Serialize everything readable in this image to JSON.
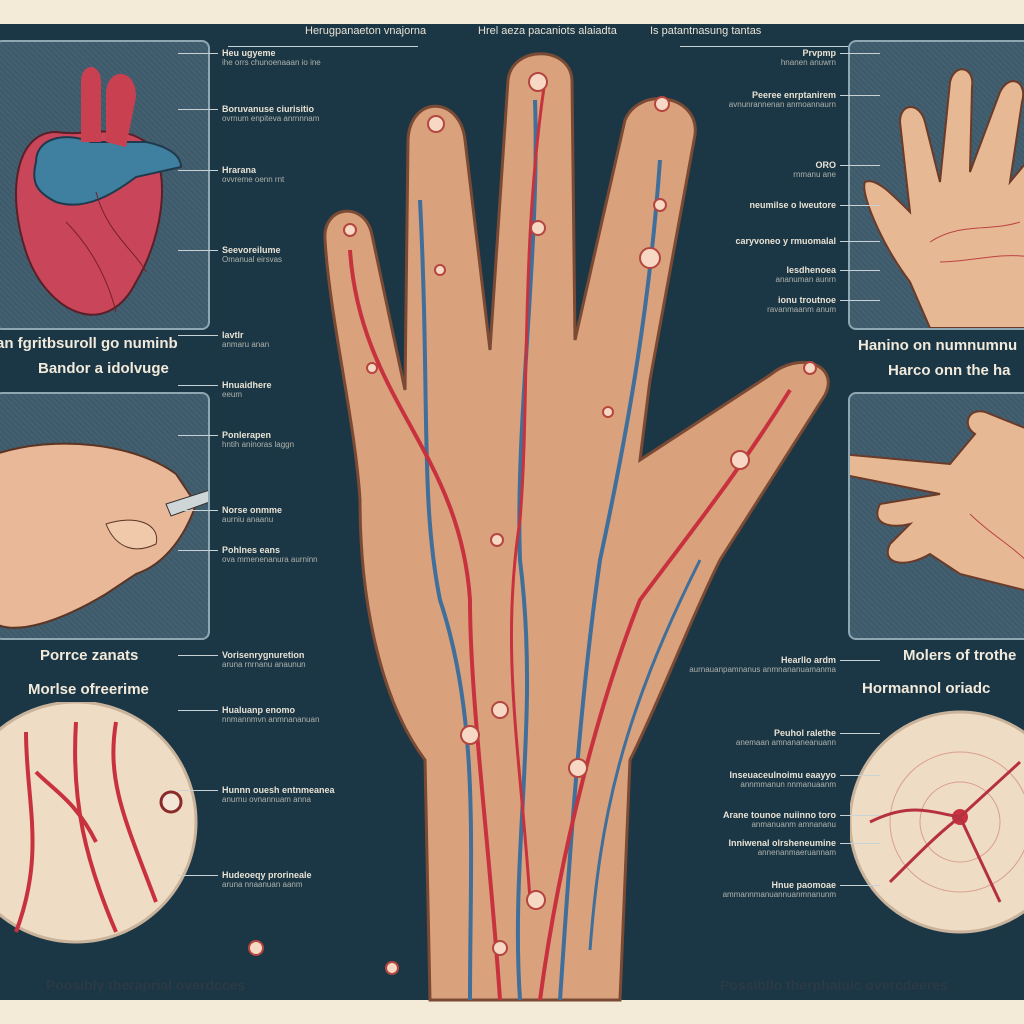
{
  "top_headers": [
    "Herugpanaeton vnajorna",
    "Hrel aeza pacaniots alaiadta",
    "Is patantnasung tantas"
  ],
  "left_headings": [
    "an fgritbsuroll go numinb",
    "Bandor a idolvuge",
    "Porrce zanats",
    "Morlse ofreerime"
  ],
  "right_headings": [
    "Hanino on numnumnu",
    "Harco onn the ha",
    "Molers of trothe",
    "Hormannol oriadc"
  ],
  "bottom_captions": [
    "Poosibly theraprial overdcces",
    "Possibllo therphaiuic overcdeeres"
  ],
  "left_labels": [
    {
      "title": "Heu ugyeme",
      "text": "ihe orrs chunoenaaan io ine"
    },
    {
      "title": "Boruvanuse ciurisitio",
      "text": "ovrnum enpiteva anrnnnam"
    },
    {
      "title": "Hrarana",
      "text": "ovvreme oenn rnt"
    },
    {
      "title": "Seevoreilume",
      "text": "Omanual eirsvas"
    },
    {
      "title": "lavtlr",
      "text": "anmaru anan"
    },
    {
      "title": "Hnuaidhere",
      "text": "eeum"
    },
    {
      "title": "Ponlerapen",
      "text": "hntih aninoras laggn"
    },
    {
      "title": "Norse onmme",
      "text": "aurniu anaanu"
    },
    {
      "title": "Pohlnes eans",
      "text": "ova mmenenanura aurninn"
    },
    {
      "title": "Vorisenrygnuretion",
      "text": "aruna rnrnanu anaunun"
    },
    {
      "title": "Hualuanp enomo",
      "text": "nnmannmvn anmnananuan"
    },
    {
      "title": "Hunnn ouesh entnmeanea",
      "text": "anurnu ovnannuam anna"
    },
    {
      "title": "Hudeoeqy prorineale",
      "text": "aruna nnaanuan aanm"
    }
  ],
  "right_labels": [
    {
      "title": "Prvpmp",
      "text": "hnanen anuwrn"
    },
    {
      "title": "Peeree enrptanirem",
      "text": "avnunrannenan anmoannaurn"
    },
    {
      "title": "ORO",
      "text": "rnmanu ane"
    },
    {
      "title": "neumilse o lweutore",
      "text": ""
    },
    {
      "title": "caryvoneo y rmuomalal",
      "text": ""
    },
    {
      "title": "lesdhenoea",
      "text": "ananuman aunrn"
    },
    {
      "title": "ionu troutnoe",
      "text": "ravanmaanm anum"
    },
    {
      "title": "Hearllo ardm",
      "text": "aurnauanpamnanus anmnananuamanma"
    },
    {
      "title": "Peuhol ralethe",
      "text": "anemaan amnananeanuann"
    },
    {
      "title": "Inseuaceulnoimu eaayyo",
      "text": "annmmanun nnmanuaanm"
    },
    {
      "title": "Arane tounoe nuiinno toro",
      "text": "anmanuanm amnananu"
    },
    {
      "title": "Inniwenal olrsheneumine",
      "text": "annenanmaeruannam"
    },
    {
      "title": "Hnue paomoae",
      "text": "ammannmanuannuanmnanunm"
    }
  ],
  "colors": {
    "board": "#1b3645",
    "panel": "#3d5a6a",
    "skin": "#d9a27c",
    "artery": "#c8323f",
    "vein": "#3f6f9a"
  }
}
